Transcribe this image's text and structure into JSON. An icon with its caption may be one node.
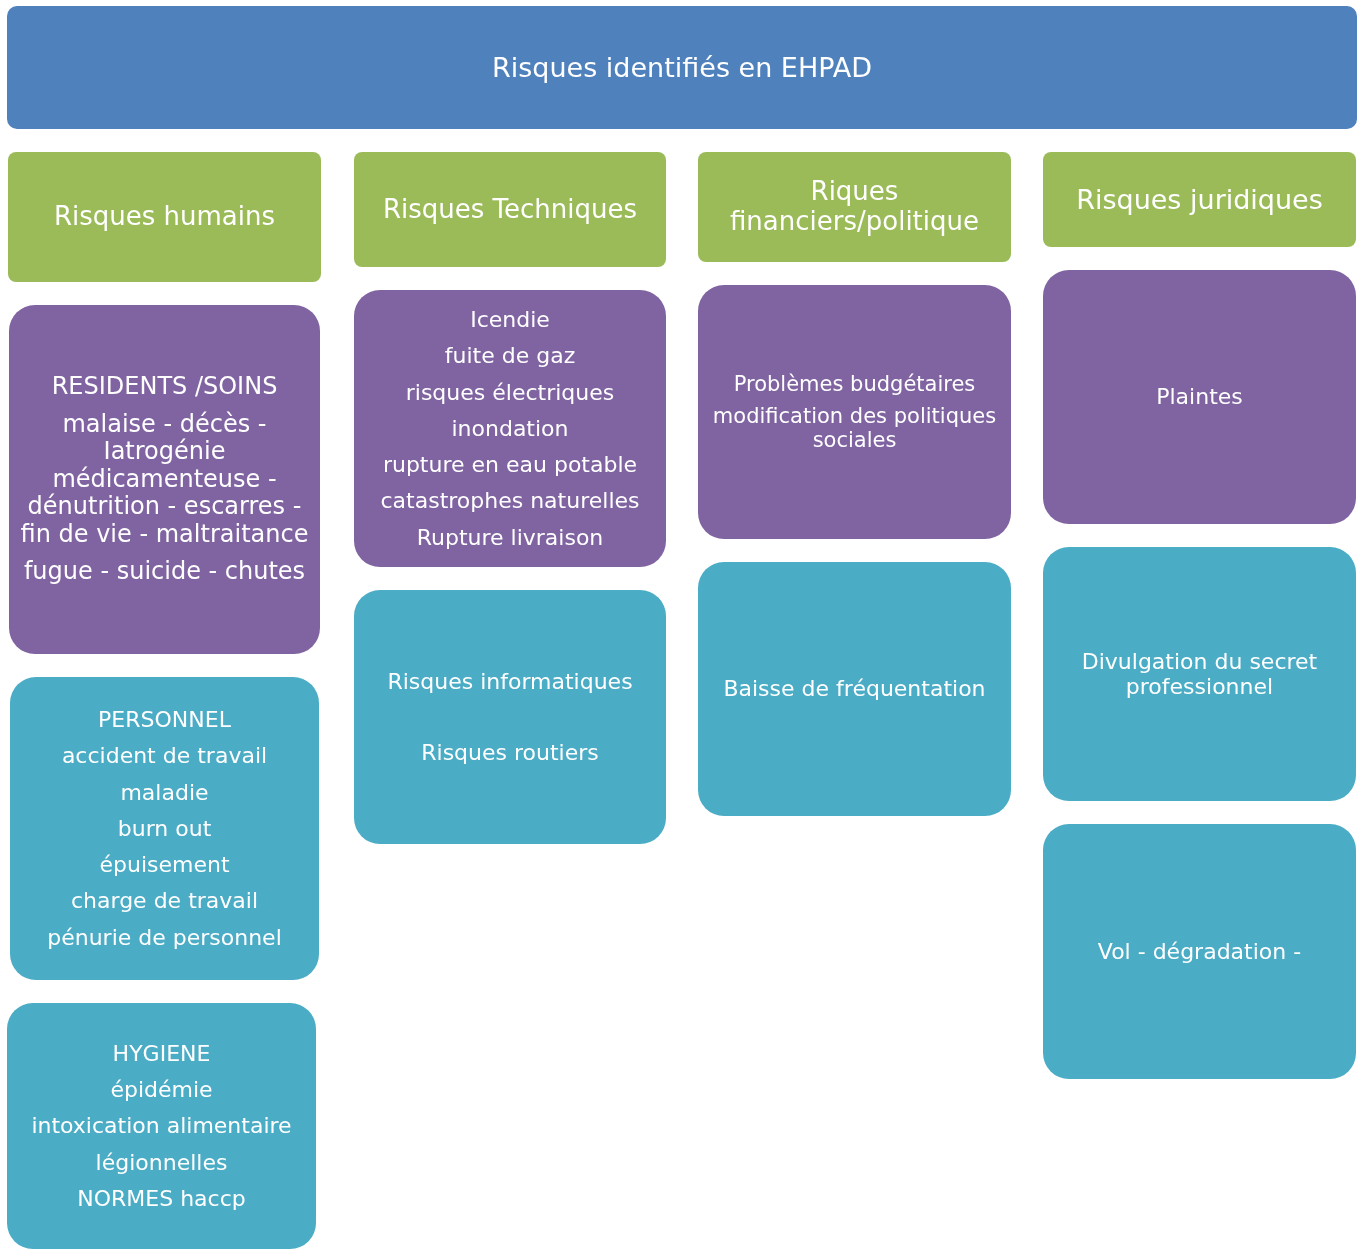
{
  "diagram": {
    "nodes": [
      {
        "text": [
          "Risques identifiés en EHPAD"
        ]
      },
      {
        "text": [
          "Risques humains"
        ]
      },
      {
        "text": [
          "RESIDENTS /SOINS",
          "malaise - décès - Iatrogénie médicamenteuse - dénutrition - escarres - fin de vie - maltraitance",
          "fugue - suicide - chutes"
        ]
      },
      {
        "text": [
          "PERSONNEL",
          "accident de travail",
          "maladie",
          "burn out",
          "épuisement",
          "charge de travail",
          "pénurie de personnel"
        ]
      },
      {
        "text": [
          "HYGIENE",
          "épidémie",
          "intoxication alimentaire",
          "légionnelles",
          "NORMES haccp"
        ]
      },
      {
        "text": [
          "Risques Techniques"
        ]
      },
      {
        "text": [
          "Icendie",
          "fuite de gaz",
          "risques électriques",
          "inondation",
          "rupture en eau potable",
          "catastrophes naturelles",
          "Rupture livraison"
        ]
      },
      {
        "text": [
          "Risques informatiques",
          "Risques routiers"
        ]
      },
      {
        "text": [
          "Riques financiers/politique"
        ]
      },
      {
        "text": [
          "Problèmes budgétaires",
          "modification des politiques sociales"
        ]
      },
      {
        "text": [
          "Baisse de fréquentation"
        ]
      },
      {
        "text": [
          "Risques juridiques"
        ]
      },
      {
        "text": [
          "Plaintes"
        ]
      },
      {
        "text": [
          "Divulgation du secret professionnel"
        ]
      },
      {
        "text": [
          "Vol - dégradation -"
        ]
      }
    ]
  }
}
